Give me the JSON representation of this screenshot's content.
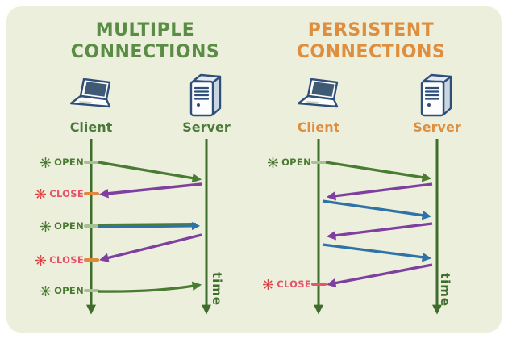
{
  "colors": {
    "background": "#ffffff",
    "panel_background": "#edefdd",
    "left_title": "#5b8c46",
    "right_title": "#de8e3c",
    "timeline_green": "#3e6e2c",
    "open_arrow_green": "#4a7b33",
    "response_arrow_purple": "#7e3fa0",
    "request_arrow_blue": "#2f72a8",
    "open_tick": "#a9c096",
    "close_tick_orange": "#e0883c",
    "close_text_red": "#e4556a",
    "close_sun_red": "#e03c3c",
    "device_icon_outline": "#2f4f7a"
  },
  "left_panel": {
    "title_line1": "MULTIPLE",
    "title_line2": "CONNECTIONS",
    "client_label": "Client",
    "server_label": "Server",
    "open_label": "OPEN",
    "close_label": "CLOSE",
    "time_label": "time",
    "sequence": [
      {
        "event": "OPEN",
        "at": "client"
      },
      {
        "arrow": "client-to-server",
        "color": "green"
      },
      {
        "arrow": "server-to-client",
        "color": "purple"
      },
      {
        "event": "CLOSE",
        "at": "client"
      },
      {
        "event": "OPEN",
        "at": "client"
      },
      {
        "arrow": "client-to-server",
        "color": "green-blue"
      },
      {
        "arrow": "server-to-client",
        "color": "purple"
      },
      {
        "event": "CLOSE",
        "at": "client"
      },
      {
        "event": "OPEN",
        "at": "client"
      },
      {
        "arrow": "client-to-server",
        "color": "green"
      }
    ]
  },
  "right_panel": {
    "title_line1": "PERSISTENT",
    "title_line2": "CONNECTIONS",
    "client_label": "Client",
    "server_label": "Server",
    "open_label": "OPEN",
    "close_label": "CLOSE",
    "time_label": "time",
    "sequence": [
      {
        "event": "OPEN",
        "at": "client"
      },
      {
        "arrow": "client-to-server",
        "color": "green"
      },
      {
        "arrow": "server-to-client",
        "color": "purple"
      },
      {
        "arrow": "client-to-server",
        "color": "blue"
      },
      {
        "arrow": "server-to-client",
        "color": "purple"
      },
      {
        "arrow": "client-to-server",
        "color": "blue"
      },
      {
        "arrow": "server-to-client",
        "color": "purple"
      },
      {
        "event": "CLOSE",
        "at": "client"
      }
    ]
  }
}
